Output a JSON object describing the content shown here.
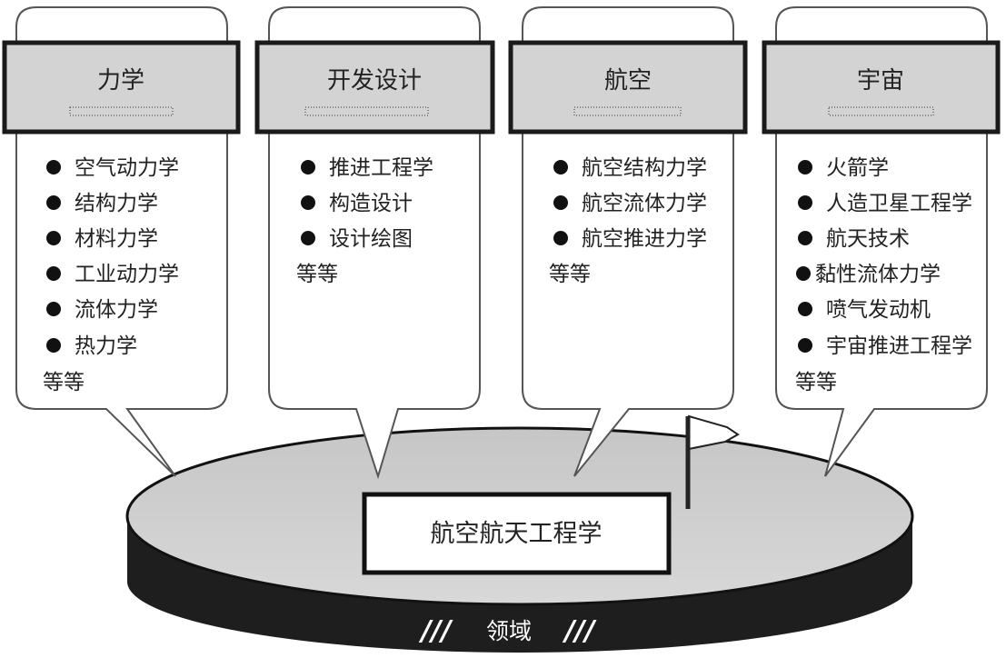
{
  "categories": [
    {
      "title": "力学",
      "items": [
        "空气动力学",
        "结构力学",
        "材料力学",
        "工业动力学",
        "流体力学",
        "热力学"
      ],
      "etc": "等等"
    },
    {
      "title": "开发设计",
      "items": [
        "推进工程学",
        "构造设计",
        "设计绘图"
      ],
      "etc": "等等"
    },
    {
      "title": "航空",
      "items": [
        "航空结构力学",
        "航空流体力学",
        "航空推进力学"
      ],
      "etc": "等等"
    },
    {
      "title": "宇宙",
      "items": [
        "火箭学",
        "人造卫星工程学",
        "航天技术",
        "黏性流体力学",
        "喷气发动机",
        "宇宙推进工程学"
      ],
      "etc": "等等"
    }
  ],
  "center": {
    "title": "航空航天工程学"
  },
  "footer": {
    "slashes": "///",
    "label": "领域"
  }
}
